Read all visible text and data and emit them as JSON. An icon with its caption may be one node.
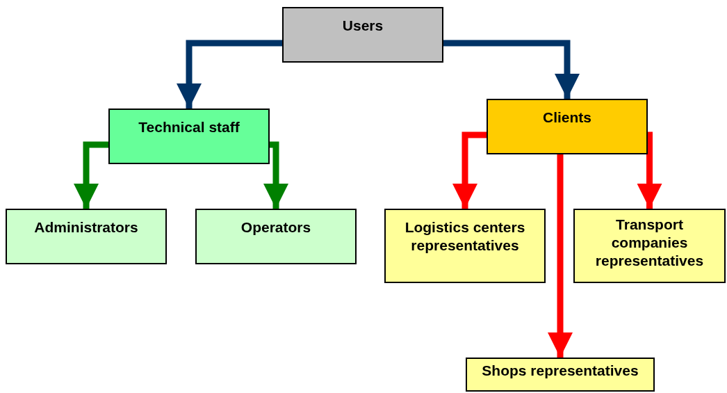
{
  "diagram": {
    "nodes": [
      {
        "text": [
          "Users"
        ]
      },
      {
        "text": [
          "Technical staff"
        ]
      },
      {
        "text": [
          "Clients"
        ]
      },
      {
        "text": [
          "Administrators"
        ]
      },
      {
        "text": [
          "Operators"
        ]
      },
      {
        "text": [
          "Logistics centers representatives"
        ]
      },
      {
        "text": [
          "Transport companies representatives"
        ]
      },
      {
        "text": [
          "Shops representatives"
        ]
      }
    ],
    "edges": [
      {
        "from": 0,
        "to": 1,
        "arrow": "to",
        "color": "#003366"
      },
      {
        "from": 0,
        "to": 2,
        "arrow": "to",
        "color": "#003366"
      },
      {
        "from": 1,
        "to": 3,
        "arrow": "to",
        "color": "#008000"
      },
      {
        "from": 1,
        "to": 4,
        "arrow": "to",
        "color": "#008000"
      },
      {
        "from": 2,
        "to": 5,
        "arrow": "to",
        "color": "#ff0000"
      },
      {
        "from": 2,
        "to": 6,
        "arrow": "to",
        "color": "#ff0000"
      },
      {
        "from": 2,
        "to": 7,
        "arrow": "to",
        "color": "#ff0000"
      }
    ]
  }
}
